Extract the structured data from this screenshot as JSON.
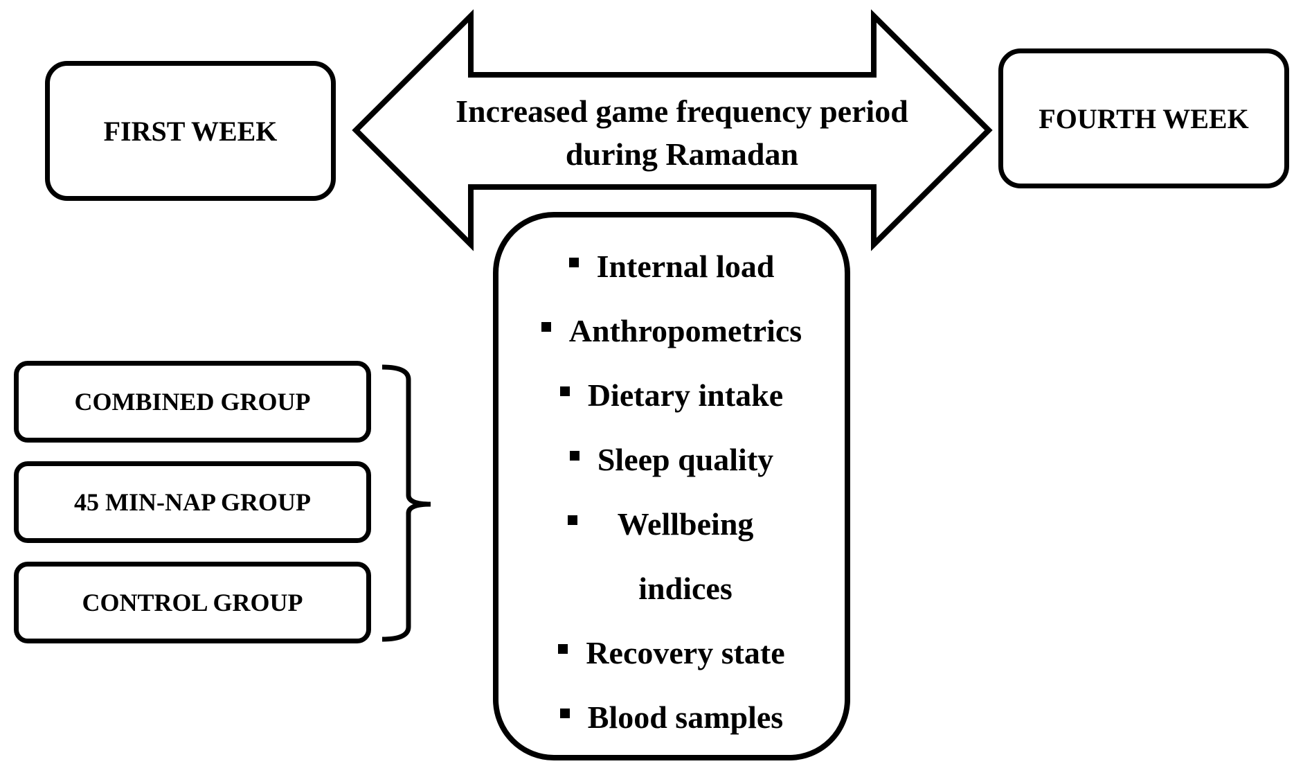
{
  "weeks": {
    "first": "FIRST WEEK",
    "fourth": "FOURTH WEEK"
  },
  "arrow": {
    "label": "Increased game frequency period during Ramadan"
  },
  "groups": [
    "COMBINED GROUP",
    "45 MIN-NAP GROUP",
    "CONTROL GROUP"
  ],
  "measures": [
    "Internal load",
    "Anthropometrics",
    "Dietary intake",
    "Sleep quality",
    "Wellbeing indices",
    "Recovery state",
    "Blood samples"
  ],
  "colors": {
    "stroke": "#000000",
    "fill": "#ffffff"
  }
}
